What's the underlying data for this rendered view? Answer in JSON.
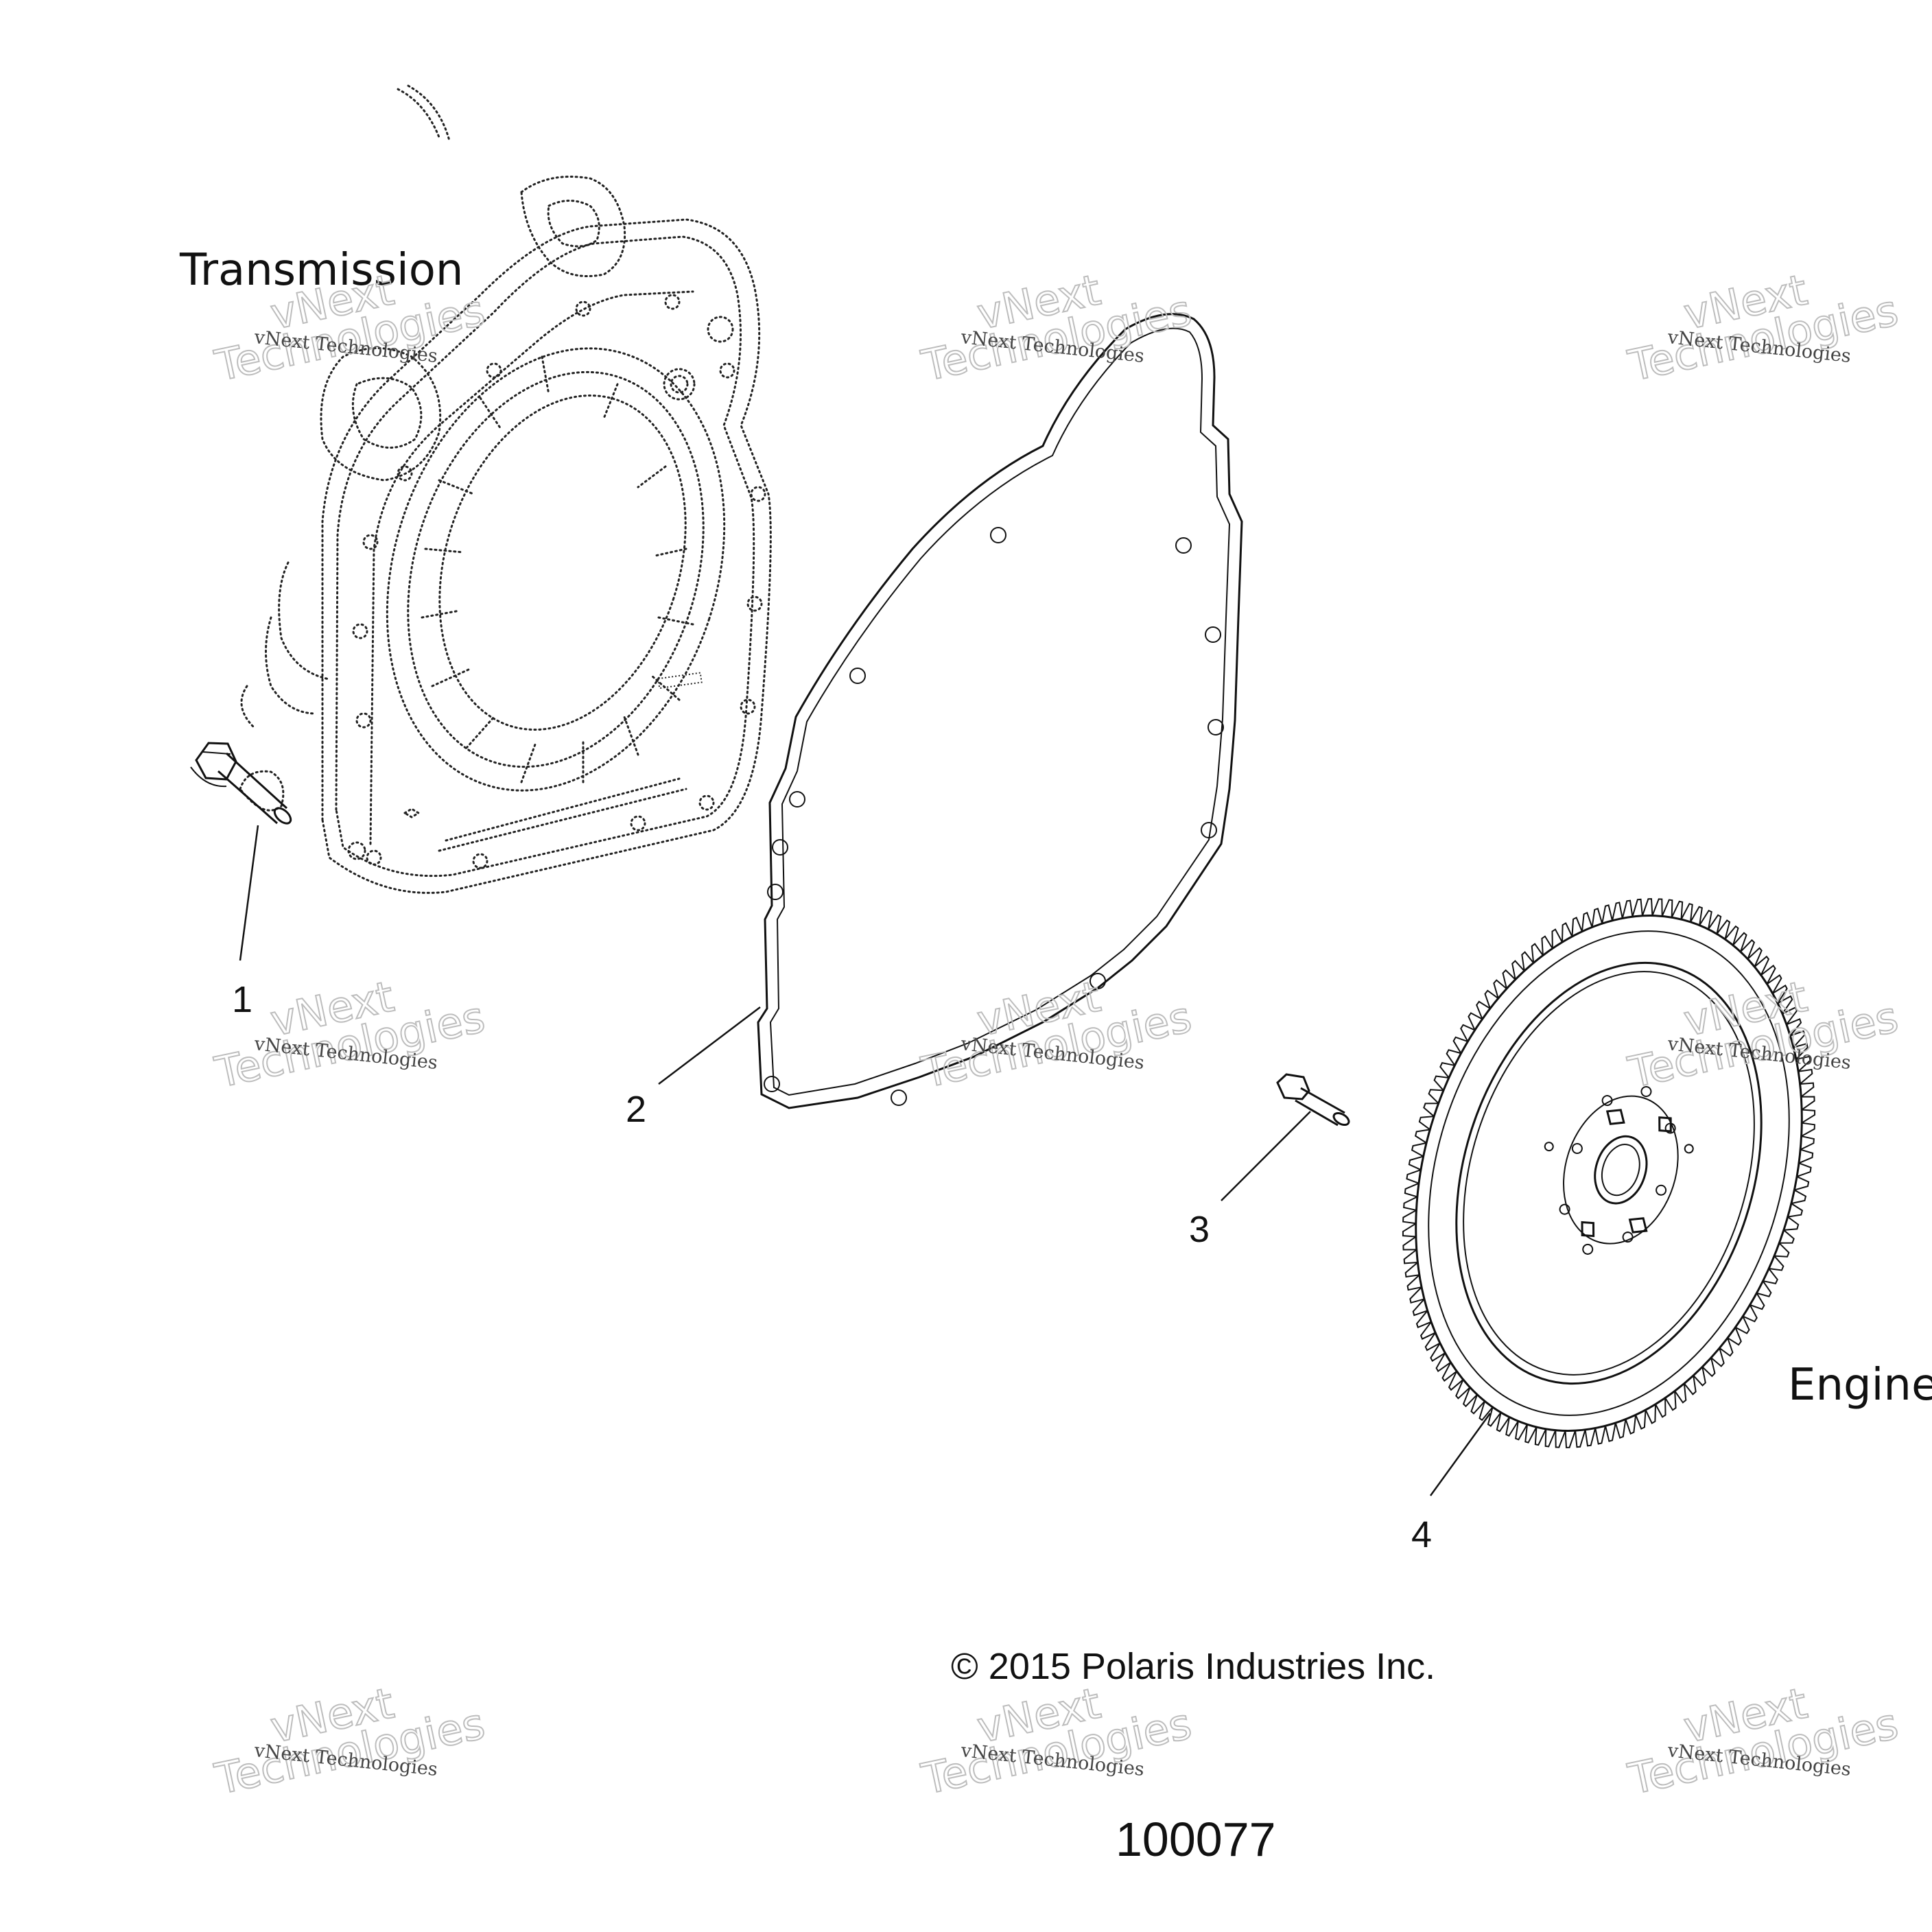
{
  "labels": {
    "transmission": "Transmission",
    "engine": "Engine",
    "copyright": "© 2015 Polaris Industries Inc.",
    "figure_number": "100077"
  },
  "callouts": [
    {
      "id": "1",
      "text": "1"
    },
    {
      "id": "2",
      "text": "2"
    },
    {
      "id": "3",
      "text": "3"
    },
    {
      "id": "4",
      "text": "4"
    }
  ],
  "watermark": {
    "line1": "vNext Technologies",
    "line2a": "vNext",
    "line2b": "Technologies"
  }
}
